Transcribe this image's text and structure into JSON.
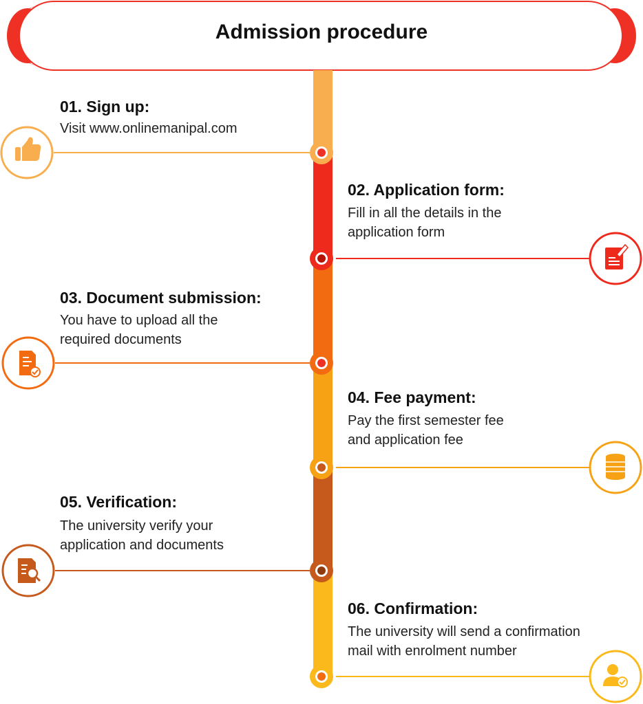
{
  "header": {
    "title": "Admission procedure"
  },
  "colors": {
    "accent_red": "#ee3124",
    "seg_1": "#f8ae4e",
    "seg_2": "#ee2a1c",
    "seg_3": "#f36b10",
    "seg_4": "#f6a214",
    "seg_5": "#c55a1c",
    "seg_6": "#fbb91c"
  },
  "steps": [
    {
      "title": "01. Sign up:",
      "desc_lines": [
        "Visit www.onlinemanipal.com"
      ],
      "icon": "thumbs-up-icon",
      "color": "#f8ae4e"
    },
    {
      "title": "02. Application form:",
      "desc_lines": [
        "Fill in all the details in the",
        "application form"
      ],
      "icon": "form-edit-icon",
      "color": "#ee2a1c"
    },
    {
      "title": "03.  Document submission:",
      "desc_lines": [
        "You have to upload all the",
        "required documents"
      ],
      "icon": "document-check-icon",
      "color": "#f36b10"
    },
    {
      "title": "04. Fee payment:",
      "desc_lines": [
        "Pay the first semester fee",
        "and application fee"
      ],
      "icon": "coin-stack-icon",
      "color": "#f6a214"
    },
    {
      "title": "05.  Verification:",
      "desc_lines": [
        "The university verify your",
        "application and documents"
      ],
      "icon": "document-search-icon",
      "color": "#c55a1c"
    },
    {
      "title": "06. Confirmation:",
      "desc_lines": [
        "The university will send a confirmation",
        "mail with enrolment number"
      ],
      "icon": "user-check-icon",
      "color": "#fbb91c"
    }
  ]
}
